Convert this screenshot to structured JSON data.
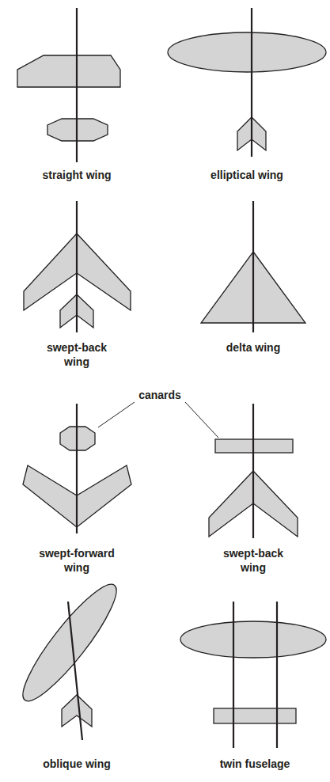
{
  "diagram": {
    "labels": [
      "straight wing",
      "elliptical wing",
      "swept-back wing",
      "delta wing",
      "canards",
      "swept-forward wing",
      "swept-back wing",
      "oblique wing",
      "twin fuselage"
    ]
  }
}
